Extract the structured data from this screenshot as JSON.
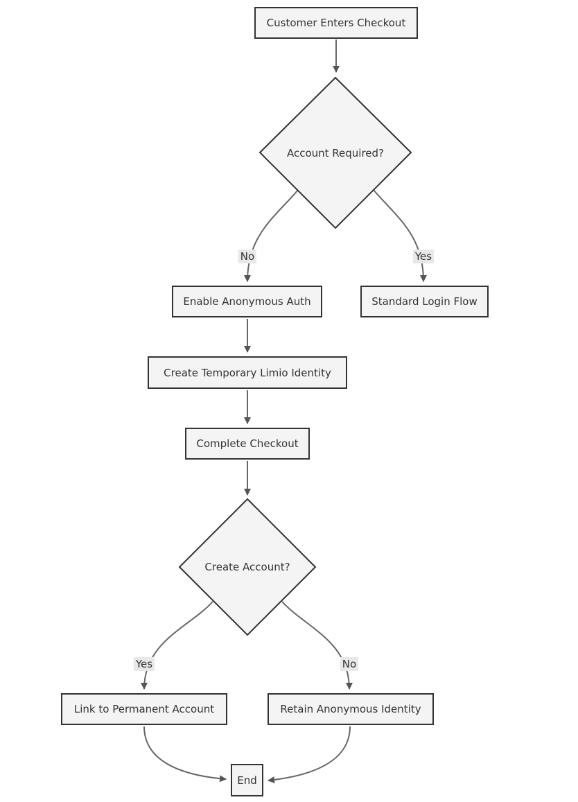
{
  "diagram": {
    "type": "flowchart",
    "direction": "top-down",
    "nodes": [
      {
        "id": "checkout-entry",
        "label": "Customer Enters Checkout",
        "shape": "rectangle"
      },
      {
        "id": "account-required",
        "label": "Account Required?",
        "shape": "diamond"
      },
      {
        "id": "enable-anonymous-auth",
        "label": "Enable Anonymous Auth",
        "shape": "rectangle"
      },
      {
        "id": "standard-login-flow",
        "label": "Standard Login Flow",
        "shape": "rectangle"
      },
      {
        "id": "create-temporary-limio-identity",
        "label": "Create Temporary Limio Identity",
        "shape": "rectangle"
      },
      {
        "id": "complete-checkout",
        "label": "Complete Checkout",
        "shape": "rectangle"
      },
      {
        "id": "create-account",
        "label": "Create Account?",
        "shape": "diamond"
      },
      {
        "id": "link-to-permanent-account",
        "label": "Link to Permanent Account",
        "shape": "rectangle"
      },
      {
        "id": "retain-anonymous-identity",
        "label": "Retain Anonymous Identity",
        "shape": "rectangle"
      },
      {
        "id": "end",
        "label": "End",
        "shape": "rectangle"
      }
    ],
    "edges": [
      {
        "from": "checkout-entry",
        "to": "account-required",
        "label": ""
      },
      {
        "from": "account-required",
        "to": "enable-anonymous-auth",
        "label": "No"
      },
      {
        "from": "account-required",
        "to": "standard-login-flow",
        "label": "Yes"
      },
      {
        "from": "enable-anonymous-auth",
        "to": "create-temporary-limio-identity",
        "label": ""
      },
      {
        "from": "create-temporary-limio-identity",
        "to": "complete-checkout",
        "label": ""
      },
      {
        "from": "complete-checkout",
        "to": "create-account",
        "label": ""
      },
      {
        "from": "create-account",
        "to": "link-to-permanent-account",
        "label": "Yes"
      },
      {
        "from": "create-account",
        "to": "retain-anonymous-identity",
        "label": "No"
      },
      {
        "from": "link-to-permanent-account",
        "to": "end",
        "label": ""
      },
      {
        "from": "retain-anonymous-identity",
        "to": "end",
        "label": ""
      }
    ],
    "colors": {
      "node_fill": "#f4f4f4",
      "node_border": "#333333",
      "edge_line": "#666666",
      "arrowhead": "#555555",
      "edge_label_bg": "#e8e8e8",
      "text": "#333333",
      "background": "#ffffff"
    }
  }
}
